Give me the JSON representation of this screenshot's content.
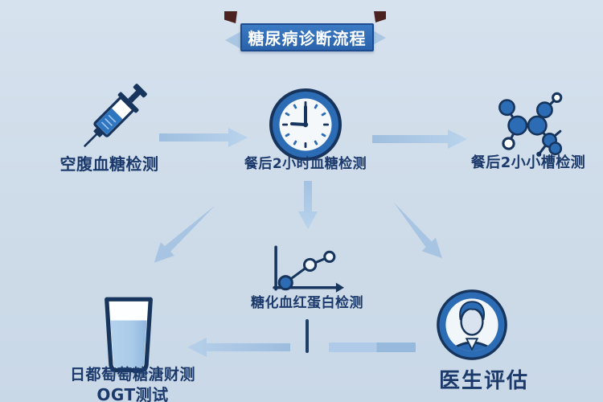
{
  "banner": {
    "label": "糖尿病诊断流程"
  },
  "nodes": {
    "fasting": {
      "label": "空腹血糖检测",
      "icon": "syringe-icon"
    },
    "postprandial": {
      "label": "餐后2小时血糖检测",
      "icon": "clock-icon"
    },
    "post_sugar": {
      "label": "餐后2小小槽检测",
      "icon": "molecule-icon"
    },
    "hba1c": {
      "label": "糖化血红蛋白检测",
      "icon": "line-chart-icon"
    },
    "ogtt": {
      "line1": "日都萄萄糖溏财测",
      "line2": "OGT测试",
      "icon": "glass-icon"
    },
    "doctor": {
      "label": "医生评估",
      "icon": "doctor-avatar-icon"
    }
  },
  "icons": [
    "syringe-icon",
    "clock-icon",
    "molecule-icon",
    "line-chart-icon",
    "glass-icon",
    "doctor-avatar-icon"
  ],
  "colors": {
    "background": "#cfdce9",
    "banner_blue": "#2f6db8",
    "banner_border": "#1c4c8f",
    "ribbon_fold": "#4b2220",
    "ribbon_chevron": "#a9c6e3",
    "icon_blue": "#2b6cb5",
    "outline_navy": "#17355c",
    "label_navy": "#1b3a6b",
    "arrow_blue": "#a5c3e2",
    "glass_liquid": "#a9cbe9"
  }
}
